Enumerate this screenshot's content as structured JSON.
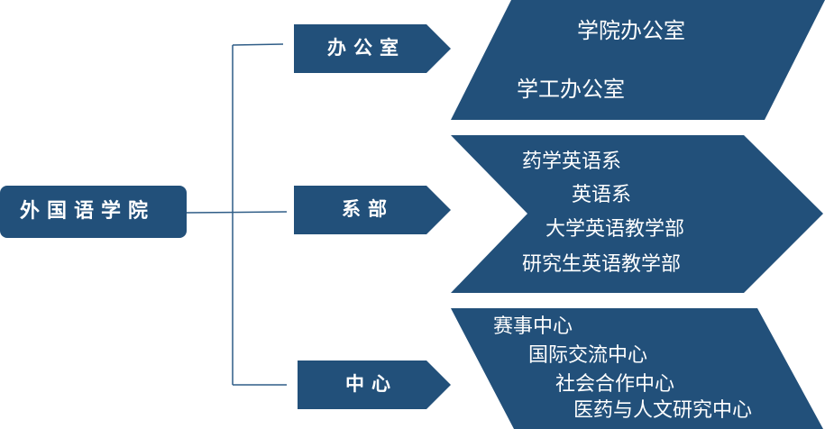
{
  "colors": {
    "primary": "#22507a",
    "line": "#2f5d87",
    "text": "#ffffff"
  },
  "root": {
    "label": "外国语学院"
  },
  "branches": [
    {
      "label": "办公室",
      "items": [
        "学院办公室",
        "学工办公室"
      ]
    },
    {
      "label": "系部",
      "items": [
        "药学英语系",
        "英语系",
        "大学英语教学部",
        "研究生英语教学部"
      ]
    },
    {
      "label": "中心",
      "items": [
        "赛事中心",
        "国际交流中心",
        "社会合作中心",
        "医药与人文研究中心"
      ]
    }
  ]
}
